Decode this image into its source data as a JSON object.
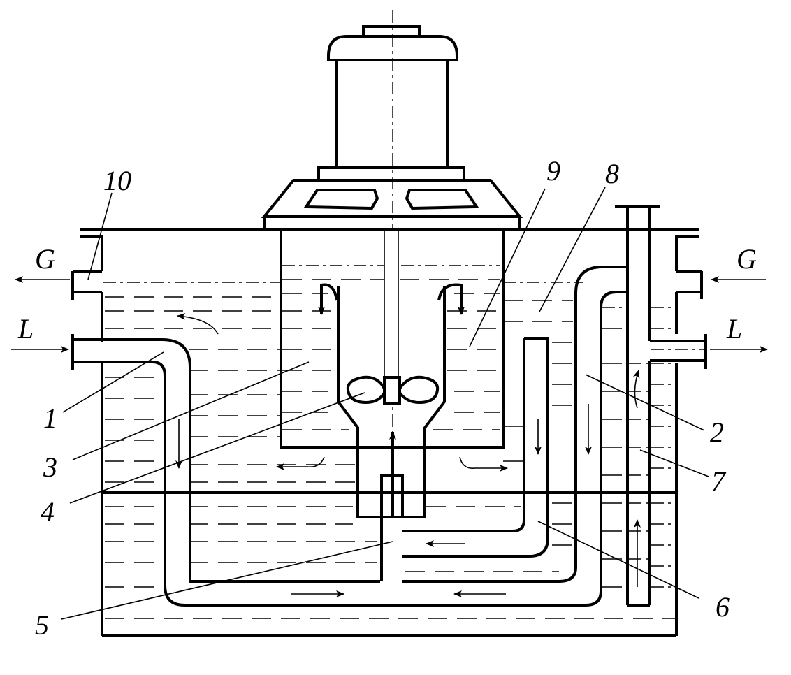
{
  "labels": {
    "n1": "1",
    "n2": "2",
    "n3": "3",
    "n4": "4",
    "n5": "5",
    "n6": "6",
    "n7": "7",
    "n8": "8",
    "n9": "9",
    "n10": "10",
    "gas_out": "G",
    "gas_in": "G",
    "liquid_in": "L",
    "liquid_out": "L"
  }
}
